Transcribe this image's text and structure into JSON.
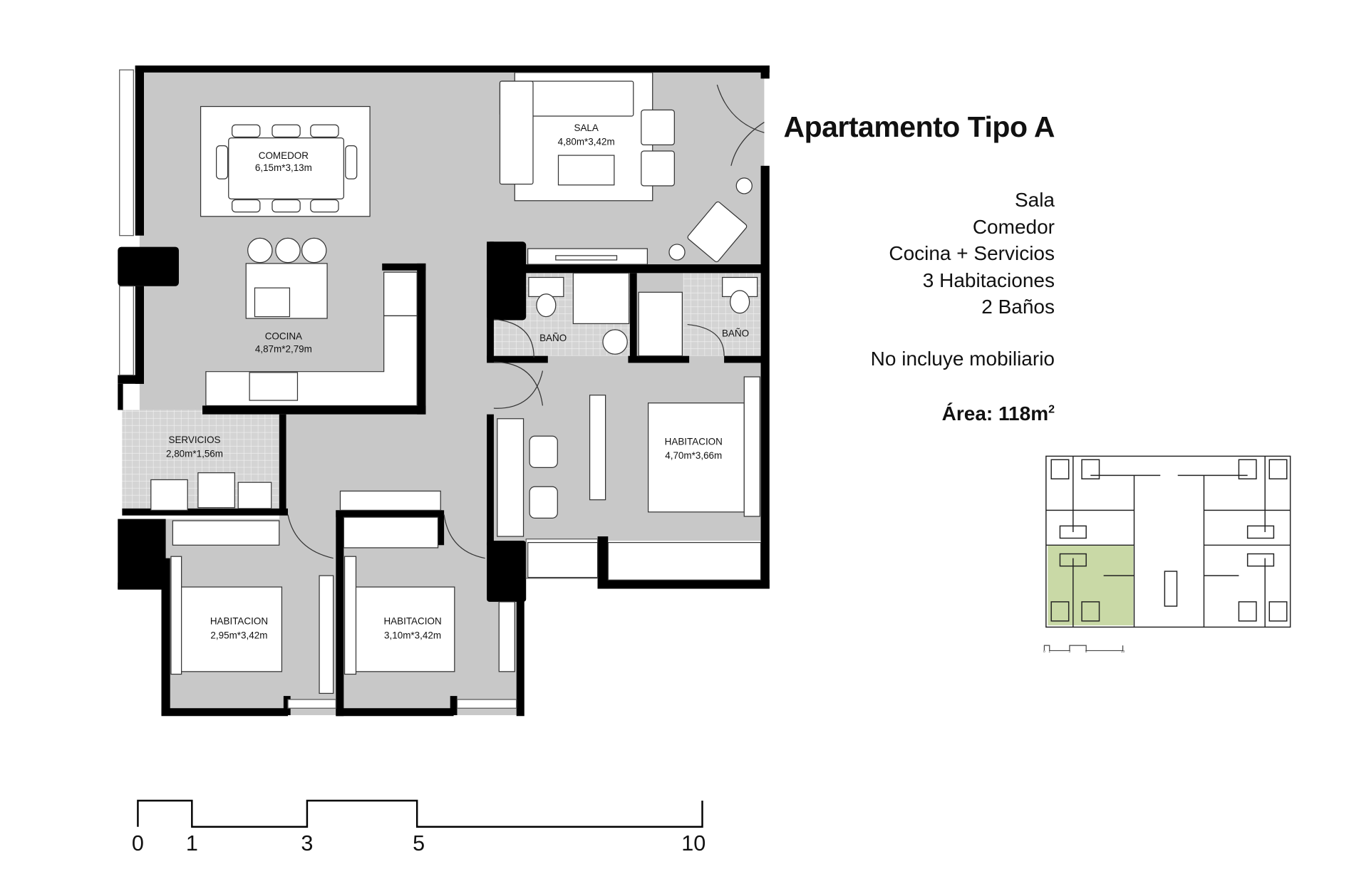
{
  "title": "Apartamento Tipo A",
  "features": [
    "Sala",
    "Comedor",
    "Cocina + Servicios",
    "3 Habitaciones",
    "2 Baños"
  ],
  "note": "No incluye mobiliario",
  "area": {
    "label": "Área: 118m",
    "superscript": "2"
  },
  "rooms": {
    "comedor": {
      "name": "COMEDOR",
      "size": "6,15m*3,13m"
    },
    "sala": {
      "name": "SALA",
      "size": "4,80m*3,42m"
    },
    "cocina": {
      "name": "COCINA",
      "size": "4,87m*2,79m"
    },
    "bano1": {
      "name": "BAÑO"
    },
    "bano2": {
      "name": "BAÑO"
    },
    "servicios": {
      "name": "SERVICIOS",
      "size": "2,80m*1,56m"
    },
    "habitacion_main": {
      "name": "HABITACION",
      "size": "4,70m*3,66m"
    },
    "habitacion_2": {
      "name": "HABITACION",
      "size": "2,95m*3,42m"
    },
    "habitacion_3": {
      "name": "HABITACION",
      "size": "3,10m*3,42m"
    }
  },
  "scale_bar": {
    "ticks": [
      "0",
      "1",
      "3",
      "5",
      "10"
    ]
  },
  "key_plan": {
    "scale_ticks": [
      "0",
      "1",
      "3",
      "5",
      "10"
    ],
    "highlight_color": "#c9d9a6"
  },
  "colors": {
    "floor": "#c8c8c8",
    "wall": "#000000",
    "furniture": "#ffffff"
  }
}
